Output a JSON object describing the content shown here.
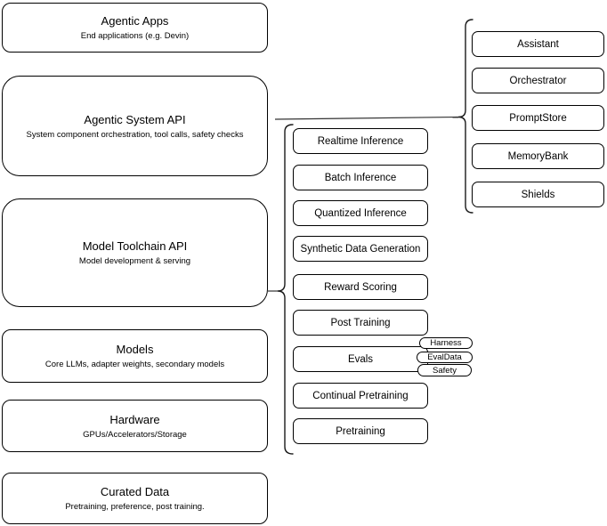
{
  "diagram": {
    "left_column": [
      {
        "title": "Agentic Apps",
        "subtitle": "End applications (e.g. Devin)"
      },
      {
        "title": "Agentic System API",
        "subtitle": "System component orchestration, tool calls, safety checks"
      },
      {
        "title": "Model Toolchain API",
        "subtitle": "Model development & serving"
      },
      {
        "title": "Models",
        "subtitle": "Core LLMs, adapter weights, secondary models"
      },
      {
        "title": "Hardware",
        "subtitle": "GPUs/Accelerators/Storage"
      },
      {
        "title": "Curated Data",
        "subtitle": "Pretraining, preference, post training."
      }
    ],
    "middle_column": [
      "Realtime Inference",
      "Batch Inference",
      "Quantized Inference",
      "Synthetic Data Generation",
      "Reward Scoring",
      "Post Training",
      "Evals",
      "Continual Pretraining",
      "Pretraining"
    ],
    "evals_tags": [
      "Harness",
      "EvalData",
      "Safety"
    ],
    "right_column": [
      "Assistant",
      "Orchestrator",
      "PromptStore",
      "MemoryBank",
      "Shields"
    ],
    "colors": {
      "stroke": "#000000",
      "fill": "#ffffff",
      "connector": "#333333",
      "text": "#000000"
    }
  }
}
